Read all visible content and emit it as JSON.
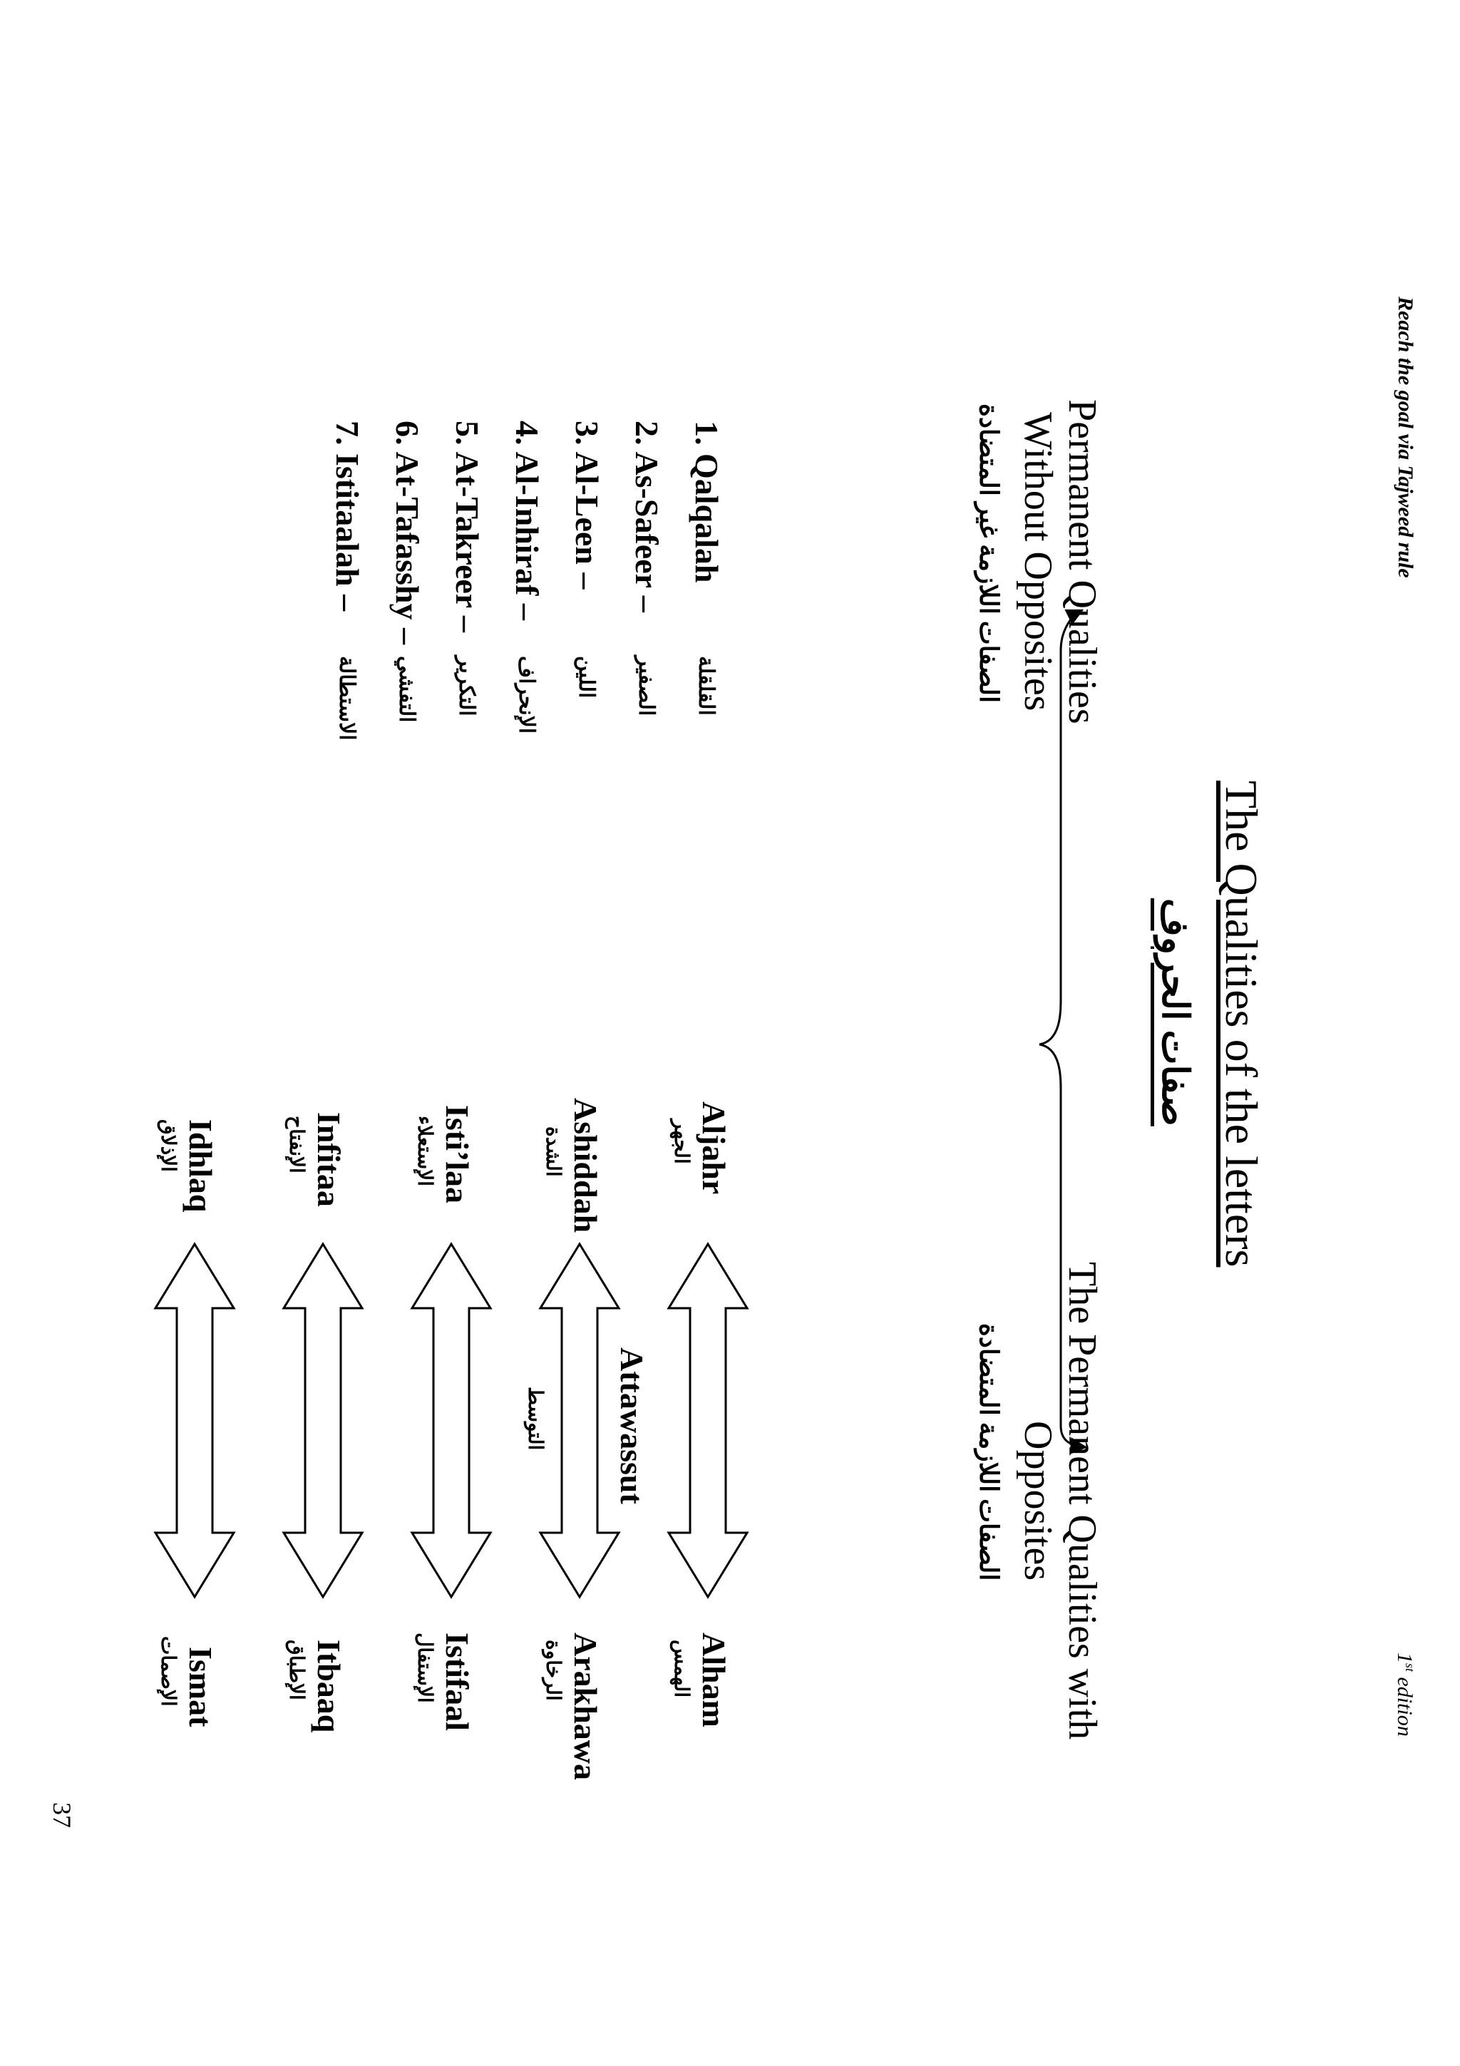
{
  "header": {
    "running_title": "Reach the goal via Tajweed rule",
    "edition_num": "1",
    "edition_sup": "st",
    "edition_word": "edition",
    "page_number": "37"
  },
  "title": {
    "english": "The Qualities of the letters",
    "arabic": "صفات الحروف"
  },
  "without_opposites": {
    "heading_line1": "Permanent Qualities",
    "heading_line2": "Without Opposites",
    "heading_arabic": "الصفات اللازمة غير المتضادة",
    "items": [
      {
        "label": "1. Qalqalah",
        "arabic": "القلقلة"
      },
      {
        "label": "2. As-Safeer –",
        "arabic": "الصفير"
      },
      {
        "label": "3. Al-Leen –",
        "arabic": "اللين"
      },
      {
        "label": "4. Al-Inhiraf –",
        "arabic": "الإنحراف"
      },
      {
        "label": "5. At-Takreer –",
        "arabic": "التكرير"
      },
      {
        "label": "6. At-Tafasshy –",
        "arabic": "التفشي"
      },
      {
        "label": "7. Istitaalah –",
        "arabic": "الاستطالة"
      }
    ]
  },
  "with_opposites": {
    "heading_line1": "The Permanent Qualities with",
    "heading_line2": "Opposites",
    "heading_arabic": "الصفات اللازمة المتضادة",
    "pairs": [
      {
        "left": "Aljahr",
        "left_ar": "الجهر",
        "right": "Alham",
        "right_ar": "الهمس"
      },
      {
        "left": "Ashiddah",
        "left_ar": "الشدة",
        "right": "Arakhawa",
        "right_ar": "الرخاوة",
        "middle": "Attawassut",
        "middle_ar": "التوسط"
      },
      {
        "left": "Isti’laa",
        "left_ar": "الإستعلاء",
        "right": "Istifaal",
        "right_ar": "الإستفال"
      },
      {
        "left": "Infitaa",
        "left_ar": "الإنفتاح",
        "right": "Itbaaq",
        "right_ar": "الإطباق"
      },
      {
        "left": "Idhlaq",
        "left_ar": "الإذلاق",
        "right": "Ismat",
        "right_ar": "الإصمات"
      }
    ]
  }
}
